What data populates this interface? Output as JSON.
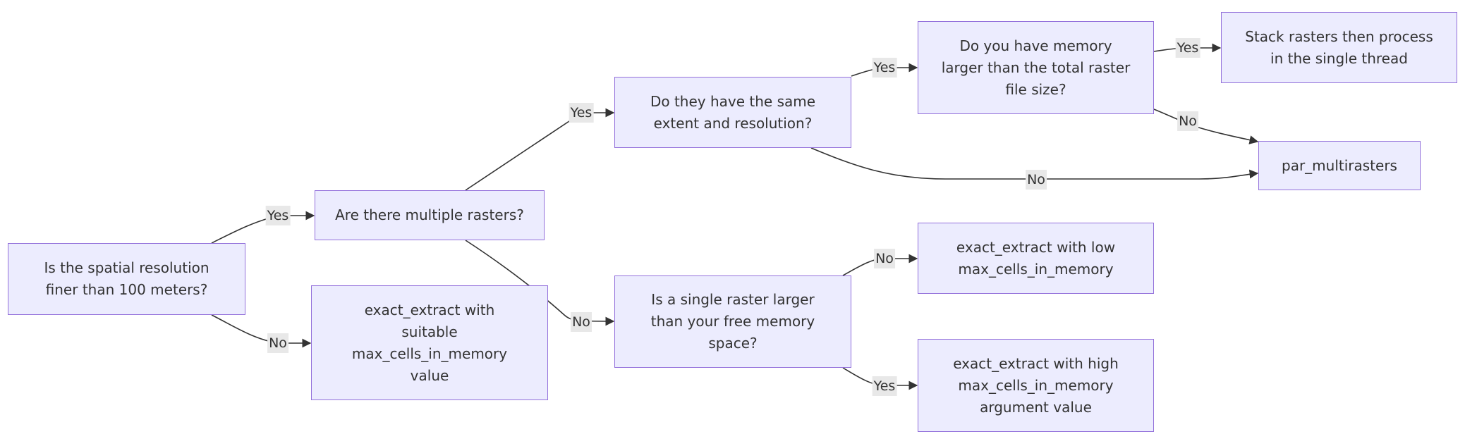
{
  "diagram": {
    "nodes": {
      "resolution": "Is the spatial resolution\nfiner than 100 meters?",
      "multiple": "Are there multiple rasters?",
      "exact_suitable": "exact_extract with\nsuitable\nmax_cells_in_memory\nvalue",
      "same_extent": "Do they have the same\nextent and resolution?",
      "single_larger": "Is a single raster larger\nthan your free memory\nspace?",
      "memory_larger": "Do you have memory\nlarger than the total raster\nfile size?",
      "exact_low": "exact_extract with low\nmax_cells_in_memory",
      "exact_high": "exact_extract with high\nmax_cells_in_memory\nargument value",
      "stack": "Stack rasters then process\nin the single thread",
      "par_multi": "par_multirasters"
    },
    "edges": [
      {
        "id": "e1",
        "from": "resolution",
        "to": "multiple",
        "label": "Yes"
      },
      {
        "id": "e2",
        "from": "resolution",
        "to": "exact_suitable",
        "label": "No"
      },
      {
        "id": "e3",
        "from": "multiple",
        "to": "same_extent",
        "label": "Yes"
      },
      {
        "id": "e4",
        "from": "multiple",
        "to": "single_larger",
        "label": "No"
      },
      {
        "id": "e5",
        "from": "same_extent",
        "to": "memory_larger",
        "label": "Yes"
      },
      {
        "id": "e6",
        "from": "same_extent",
        "to": "par_multi",
        "label": "No"
      },
      {
        "id": "e7",
        "from": "single_larger",
        "to": "exact_low",
        "label": "No"
      },
      {
        "id": "e8",
        "from": "single_larger",
        "to": "exact_high",
        "label": "Yes"
      },
      {
        "id": "e9",
        "from": "memory_larger",
        "to": "stack",
        "label": "Yes"
      },
      {
        "id": "e10",
        "from": "memory_larger",
        "to": "par_multi",
        "label": "No"
      }
    ],
    "colors": {
      "node_fill": "#ececfe",
      "node_border": "#9370db",
      "edge": "#333333",
      "label_bg": "#e8e8e8",
      "text": "#333333"
    }
  }
}
